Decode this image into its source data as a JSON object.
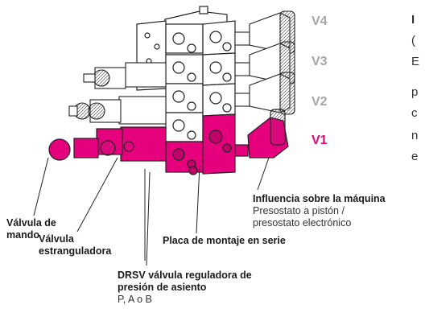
{
  "valve_levels": [
    {
      "label": "V4",
      "active": false
    },
    {
      "label": "V3",
      "active": false
    },
    {
      "label": "V2",
      "active": false
    },
    {
      "label": "V1",
      "active": true
    }
  ],
  "colors": {
    "highlight": "#e6007e",
    "inactive_label": "#a6a6a6",
    "outline": "#222222"
  },
  "side_text": [
    "I",
    "(",
    "E",
    "p",
    "c",
    "n",
    "e"
  ],
  "labels": {
    "influence": {
      "title": "Influencia sobre la máquina",
      "line1": "Presostato a pistón /",
      "line2": "presostato electrónico"
    },
    "control_valve": {
      "line1": "Válvula de",
      "line2": "mando"
    },
    "throttle_valve": {
      "line1": "Válvula",
      "line2": "estranguladora"
    },
    "mounting_plate": {
      "title": "Placa de montaje en serie"
    },
    "drsv": {
      "line1": "DRSV válvula reguladora de",
      "line2": "presión de asiento",
      "sub": "P, A o B"
    }
  }
}
